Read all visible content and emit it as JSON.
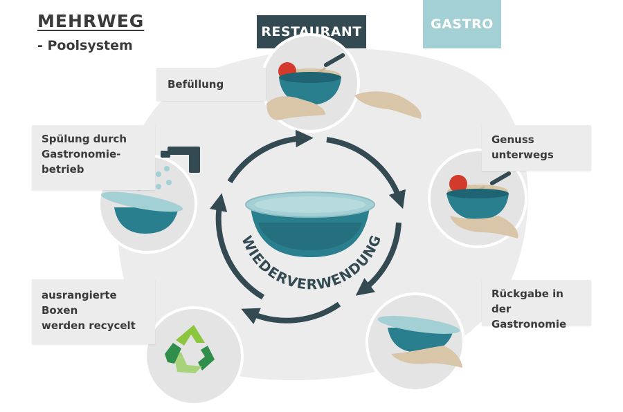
{
  "heading": {
    "title": "MEHRWEG",
    "subtitle": "- Poolsystem"
  },
  "tags": {
    "restaurant": "RESTAURANT",
    "gastro": "GASTRO"
  },
  "steps": {
    "befuellung": "Befüllung",
    "spuelung": "Spülung durch\nGastronomie-\nbetrieb",
    "genuss": "Genuss\nunterwegs",
    "recycelt": "ausrangierte\nBoxen\nwerden recycelt",
    "rueckgabe": "Rückgabe in der\nGastronomie"
  },
  "cycle": {
    "label": "WIEDERVERWENDUNG"
  },
  "colors": {
    "dark": "#334a53",
    "teal": "#2a7f8f",
    "light_teal": "#a3d0d4",
    "bg": "#ececec",
    "skin": "#d9c5a8",
    "tomato": "#d23b2b",
    "green": "#2f8f4a"
  }
}
